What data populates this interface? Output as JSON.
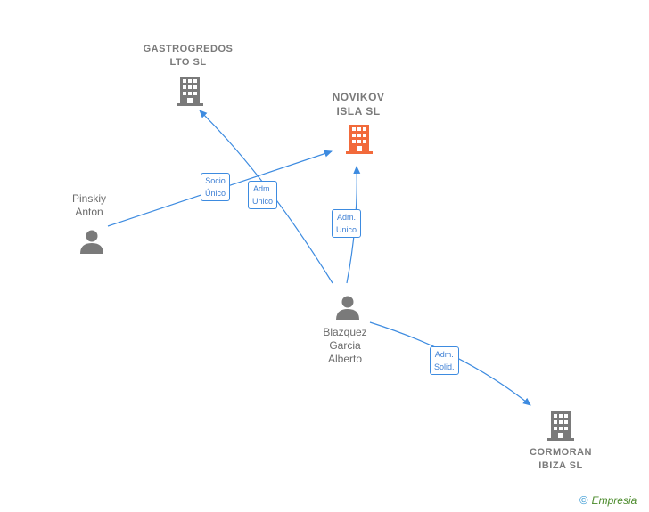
{
  "colors": {
    "edge": "#3d8be0",
    "building_default": "#7a7a7a",
    "building_main": "#f26a3b",
    "person": "#7a7a7a"
  },
  "nodes": {
    "gastrogredos": {
      "label": "GASTROGREDOS\nLTO  SL",
      "icon": "building-icon"
    },
    "novikov": {
      "label": "NOVIKOV\nISLA  SL",
      "icon": "building-icon"
    },
    "cormoran": {
      "label": "CORMORAN\nIBIZA  SL",
      "icon": "building-icon"
    },
    "pinskiy": {
      "label": "Pinskiy\nAnton",
      "icon": "person-icon"
    },
    "blazquez": {
      "label": "Blazquez\nGarcia\nAlberto",
      "icon": "person-icon"
    }
  },
  "relations": [
    {
      "label": "Socio\nÚnico"
    },
    {
      "label": "Adm.\nUnico"
    },
    {
      "label": "Adm.\nUnico"
    },
    {
      "label": "Adm.\nSolid."
    }
  ],
  "footer": {
    "copyright": "©",
    "brand": "Empresia"
  }
}
